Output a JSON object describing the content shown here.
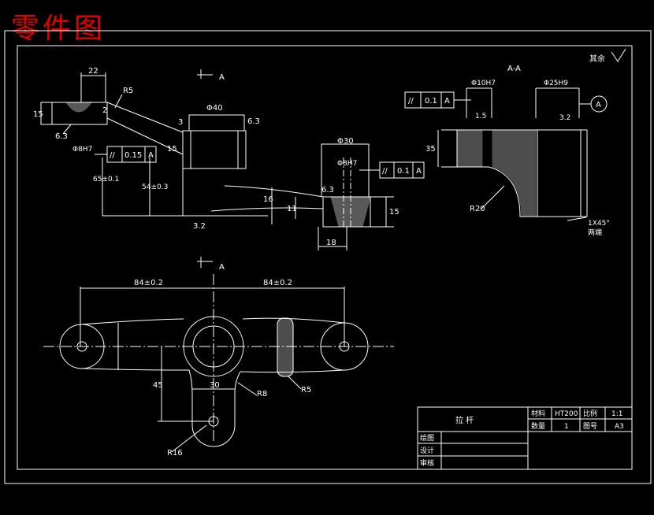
{
  "header": {
    "title": "零件图"
  },
  "drawing": {
    "surface_note_top_right": "其余",
    "section_labels": {
      "a1": "A",
      "a2": "A",
      "aa": "A-A"
    },
    "dims": {
      "d22": "22",
      "r5a": "R5",
      "n15a": "15",
      "n2": "2",
      "r63a": "6.3",
      "phi8a": "Φ8H7",
      "n3": "3",
      "phi40": "Φ40",
      "r63b": "6.3",
      "n15b": "15",
      "n65": "65±0.1",
      "n54": "54±0.3",
      "n32": "3.2",
      "n16": "16",
      "n11": "11",
      "phi30": "Φ30",
      "phi8b": "Φ8H7",
      "r63c": "6.3",
      "n15c": "15",
      "n18": "18",
      "phi10": "Φ10H7",
      "phi25": "Φ25H9",
      "n35": "35",
      "r20": "R20",
      "n15d": "1.5",
      "n32b": "3.2",
      "chamfer": "1X45°",
      "two_ends": "两端",
      "d84a": "84±0.2",
      "d84b": "84±0.2",
      "d45": "45",
      "d30": "30",
      "r8": "R8",
      "r5b": "R5",
      "r16": "R16"
    },
    "frames": {
      "f1": {
        "sym": "//",
        "val": "0.15",
        "ref": "A"
      },
      "f2": {
        "sym": "//",
        "val": "0.1",
        "ref": "A"
      },
      "f3": {
        "sym": "//",
        "val": "0.1",
        "ref": "A"
      }
    },
    "datum_circle": "A"
  },
  "title_block": {
    "part_name": "拉 杆",
    "material_label": "材料",
    "material_value": "HT200",
    "scale_label": "比例",
    "scale_value": "1:1",
    "qty_label": "数量",
    "qty_value": "1",
    "drawing_no_label": "图号",
    "drawing_no_value": "A3",
    "drawn": "绘图",
    "designed": "设计",
    "checked": "审核"
  },
  "colors": {
    "background": "#000000",
    "lines": "#ffffff",
    "title": "#e00000"
  }
}
